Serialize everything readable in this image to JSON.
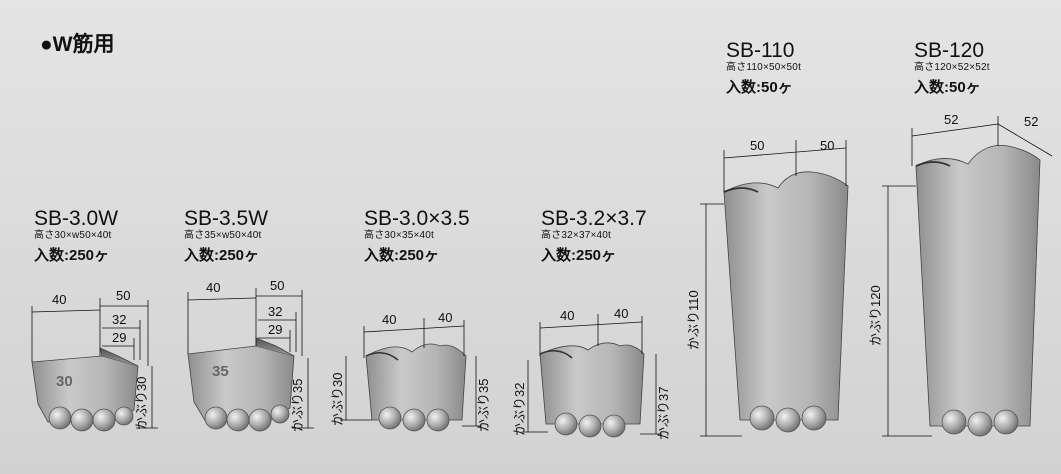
{
  "section_title": "●W筋用",
  "products": [
    {
      "name": "SB-3.0W",
      "spec": "高さ30×w50×40t",
      "qty": "入数:250ヶ",
      "dims": [
        "40",
        "50",
        "32",
        "29"
      ],
      "side": "かぶり30",
      "mark": "30"
    },
    {
      "name": "SB-3.5W",
      "spec": "高さ35×w50×40t",
      "qty": "入数:250ヶ",
      "dims": [
        "40",
        "50",
        "32",
        "29"
      ],
      "side": "かぶり35",
      "mark": "35"
    },
    {
      "name": "SB-3.0×3.5",
      "spec": "高さ30×35×40t",
      "qty": "入数:250ヶ",
      "dims": [
        "40",
        "40"
      ],
      "side_left": "かぶり30",
      "side_right": "かぶり35"
    },
    {
      "name": "SB-3.2×3.7",
      "spec": "高さ32×37×40t",
      "qty": "入数:250ヶ",
      "dims": [
        "40",
        "40"
      ],
      "side_left": "かぶり32",
      "side_right": "かぶり37"
    },
    {
      "name": "SB-110",
      "spec": "高さ110×50×50t",
      "qty": "入数:50ヶ",
      "dims": [
        "50",
        "50"
      ],
      "side": "かぶり110"
    },
    {
      "name": "SB-120",
      "spec": "高さ120×52×52t",
      "qty": "入数:50ヶ",
      "dims": [
        "52",
        "52"
      ],
      "side": "かぶり120"
    }
  ]
}
